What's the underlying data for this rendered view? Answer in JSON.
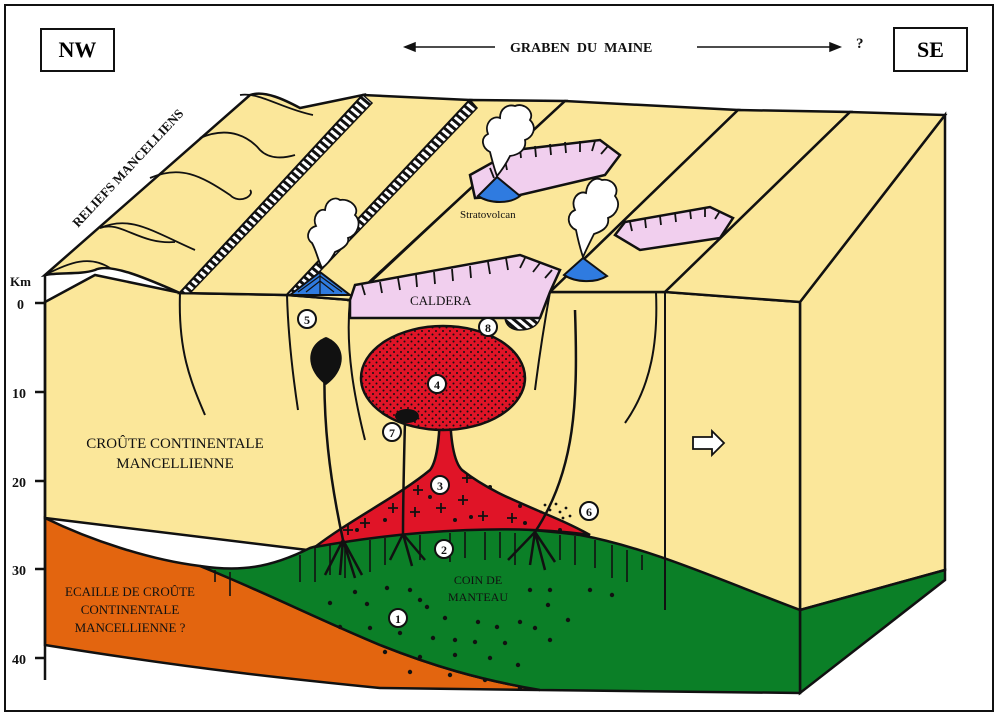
{
  "title": {
    "left_direction": "NW",
    "right_direction": "SE",
    "graben_label": "GRABEN  DU  MAINE",
    "graben_unknown": "?"
  },
  "colors": {
    "crust": "#fbe79a",
    "mantle_wedge": "#0b7f27",
    "crust_slice": "#e3650f",
    "magma": "#e01427",
    "caldera": "#f1cfee",
    "volcano": "#2f7be0",
    "outline": "#111111"
  },
  "depth_axis": {
    "unit": "Km",
    "ticks": [
      "0",
      "10",
      "20",
      "30",
      "40"
    ]
  },
  "labels": {
    "reliefs": "RELIEFS MANCELLIENS",
    "crust_line1": "CROÛTE CONTINENTALE",
    "crust_line2": "MANCELLIENNE",
    "slice_line1": "ECAILLE DE CROÛTE",
    "slice_line2": "CONTINENTALE",
    "slice_line3": "MANCELLIENNE ?",
    "mantle_line1": "COIN DE",
    "mantle_line2": "MANTEAU",
    "caldera": "CALDERA",
    "stratovolcan": "Stratovolcan"
  },
  "markers": [
    {
      "num": "1",
      "feature": "mantle-wedge"
    },
    {
      "num": "2",
      "feature": "crust-mantle-boundary"
    },
    {
      "num": "3",
      "feature": "underplated-magma"
    },
    {
      "num": "4",
      "feature": "magma-chamber"
    },
    {
      "num": "5",
      "feature": "diapir"
    },
    {
      "num": "6",
      "feature": "lower-crust-intrusion"
    },
    {
      "num": "7",
      "feature": "mafic-enclave"
    },
    {
      "num": "8",
      "feature": "caldera-fill"
    }
  ]
}
